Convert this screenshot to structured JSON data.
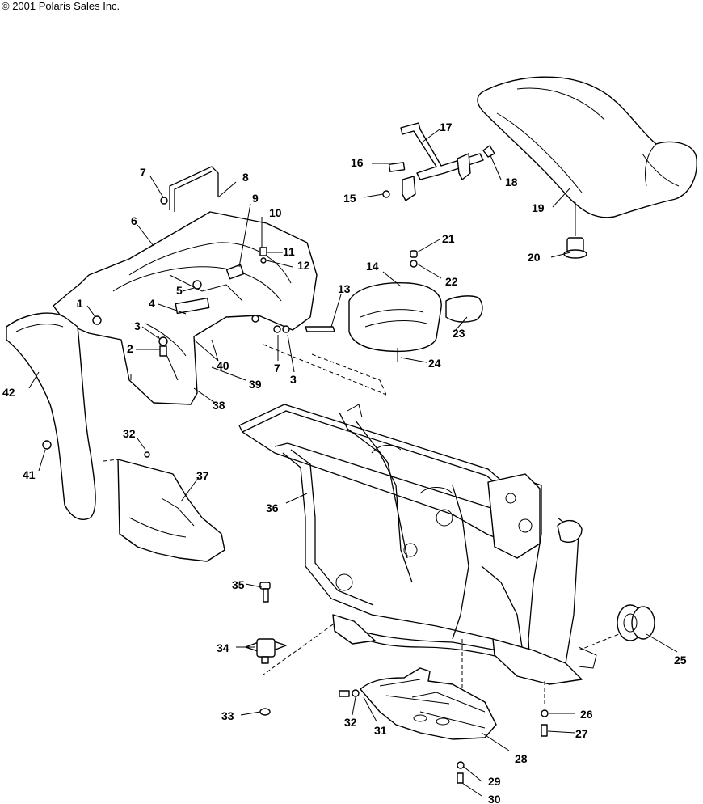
{
  "copyright": "© 2001 Polaris Sales Inc.",
  "callouts": [
    {
      "id": "1",
      "label": "1"
    },
    {
      "id": "2",
      "label": "2"
    },
    {
      "id": "3a",
      "label": "3"
    },
    {
      "id": "3b",
      "label": "3"
    },
    {
      "id": "4",
      "label": "4"
    },
    {
      "id": "5",
      "label": "5"
    },
    {
      "id": "6",
      "label": "6"
    },
    {
      "id": "7a",
      "label": "7"
    },
    {
      "id": "7b",
      "label": "7"
    },
    {
      "id": "8",
      "label": "8"
    },
    {
      "id": "9",
      "label": "9"
    },
    {
      "id": "10",
      "label": "10"
    },
    {
      "id": "11",
      "label": "11"
    },
    {
      "id": "12",
      "label": "12"
    },
    {
      "id": "13",
      "label": "13"
    },
    {
      "id": "14",
      "label": "14"
    },
    {
      "id": "15",
      "label": "15"
    },
    {
      "id": "16",
      "label": "16"
    },
    {
      "id": "17",
      "label": "17"
    },
    {
      "id": "18",
      "label": "18"
    },
    {
      "id": "19",
      "label": "19"
    },
    {
      "id": "20",
      "label": "20"
    },
    {
      "id": "21",
      "label": "21"
    },
    {
      "id": "22",
      "label": "22"
    },
    {
      "id": "23",
      "label": "23"
    },
    {
      "id": "24",
      "label": "24"
    },
    {
      "id": "25",
      "label": "25"
    },
    {
      "id": "26",
      "label": "26"
    },
    {
      "id": "27",
      "label": "27"
    },
    {
      "id": "28",
      "label": "28"
    },
    {
      "id": "29",
      "label": "29"
    },
    {
      "id": "30",
      "label": "30"
    },
    {
      "id": "31",
      "label": "31"
    },
    {
      "id": "32a",
      "label": "32"
    },
    {
      "id": "32b",
      "label": "32"
    },
    {
      "id": "33",
      "label": "33"
    },
    {
      "id": "34",
      "label": "34"
    },
    {
      "id": "35",
      "label": "35"
    },
    {
      "id": "36",
      "label": "36"
    },
    {
      "id": "37",
      "label": "37"
    },
    {
      "id": "38",
      "label": "38"
    },
    {
      "id": "39",
      "label": "39"
    },
    {
      "id": "40",
      "label": "40"
    },
    {
      "id": "41",
      "label": "41"
    },
    {
      "id": "42",
      "label": "42"
    }
  ]
}
